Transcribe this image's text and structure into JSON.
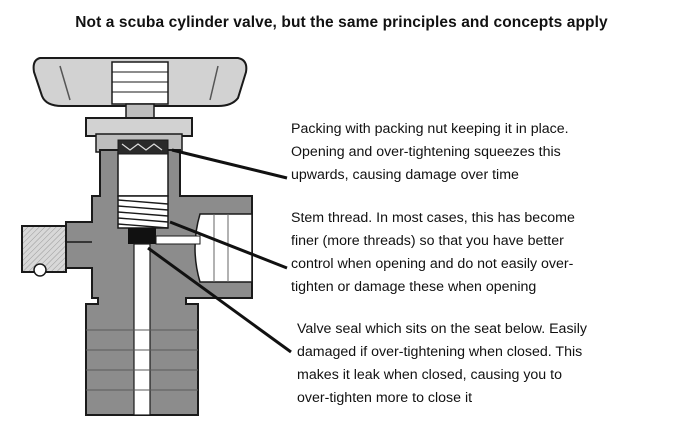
{
  "title": "Not a scuba cylinder valve, but the same principles and concepts apply",
  "annotations": [
    {
      "name": "packing",
      "lines": [
        "Packing with packing nut keeping it in place.",
        "Opening and over-tightening squeezes this",
        "upwards, causing damage over time"
      ]
    },
    {
      "name": "stem-thread",
      "lines": [
        "Stem thread. In most cases, this has become",
        "finer (more threads) so that you have better",
        "control when opening and do not easily over-",
        "tighten or damage these when opening"
      ]
    },
    {
      "name": "valve-seal",
      "lines": [
        "Valve seal which sits on the seat below. Easily",
        "damaged if over-tightening when closed. This",
        "makes it leak when closed, causing you to",
        "over-tighten more to close it"
      ]
    }
  ],
  "colors": {
    "body_fill": "#8c8c8c",
    "body_dark": "#5a5a5a",
    "outline": "#1a1a1a",
    "handle_fill": "#d2d2d2",
    "cavity": "#ffffff",
    "seal": "#111111"
  }
}
